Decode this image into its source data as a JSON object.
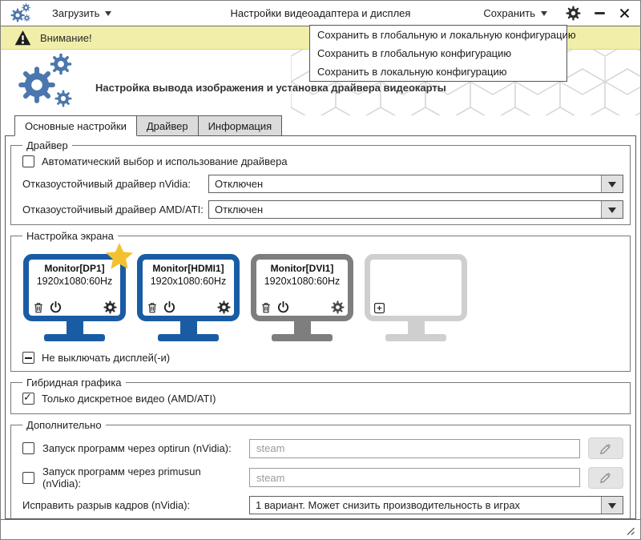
{
  "titlebar": {
    "load_label": "Загрузить",
    "title": "Настройки видеоадаптера и дисплея",
    "save_label": "Сохранить"
  },
  "save_menu": {
    "items": [
      "Сохранить в глобальную и локальную конфигурацию",
      "Сохранить в глобальную конфигурацию",
      "Сохранить в локальную конфигурацию"
    ]
  },
  "warning": {
    "text": "Внимание!"
  },
  "header": {
    "subtitle": "Настройка вывода изображения и установка драйвера видеокарты"
  },
  "tabs": [
    {
      "label": "Основные настройки",
      "active": true
    },
    {
      "label": "Драйвер",
      "active": false
    },
    {
      "label": "Информация",
      "active": false
    }
  ],
  "driver_group": {
    "title": "Драйвер",
    "auto_driver": {
      "label": "Автоматический выбор и использование драйвера",
      "checked": false
    },
    "nvidia_failsafe": {
      "label": "Отказоустойчивый драйвер nVidia:",
      "value": "Отключен"
    },
    "amd_failsafe": {
      "label": "Отказоустойчивый драйвер AMD/ATI:",
      "value": "Отключен"
    }
  },
  "screen_group": {
    "title": "Настройка экрана",
    "monitors": [
      {
        "name": "Monitor[DP1]",
        "resolution": "1920x1080:60Hz",
        "state": "active",
        "primary": true
      },
      {
        "name": "Monitor[HDMI1]",
        "resolution": "1920x1080:60Hz",
        "state": "active",
        "primary": false
      },
      {
        "name": "Monitor[DVI1]",
        "resolution": "1920x1080:60Hz",
        "state": "disabled",
        "primary": false
      },
      {
        "name": "",
        "resolution": "",
        "state": "empty",
        "primary": false
      }
    ],
    "keep_on": {
      "label": "Не выключать дисплей(-и)",
      "state": "partial"
    }
  },
  "hybrid_group": {
    "title": "Гибридная графика",
    "discrete_only": {
      "label": "Только дискретное видео (AMD/ATI)",
      "checked": true
    }
  },
  "extra_group": {
    "title": "Дополнительно",
    "optirun": {
      "label": "Запуск программ через optirun (nVidia):",
      "checked": false,
      "value": "",
      "placeholder": "steam"
    },
    "primusun": {
      "label": "Запуск программ через primusun (nVidia):",
      "checked": false,
      "value": "",
      "placeholder": "steam"
    },
    "tearing": {
      "label": "Исправить разрыв кадров (nVidia):",
      "value": "1 вариант. Может снизить производительность в играх"
    }
  },
  "colors": {
    "monitor_active": "#1A5CA3",
    "monitor_disabled": "#7E7E7E",
    "monitor_empty": "#CFCFCF",
    "logo_blue": "#4B77AE",
    "warning_bg": "#F1EEA9",
    "star_gold": "#F2C22E"
  }
}
